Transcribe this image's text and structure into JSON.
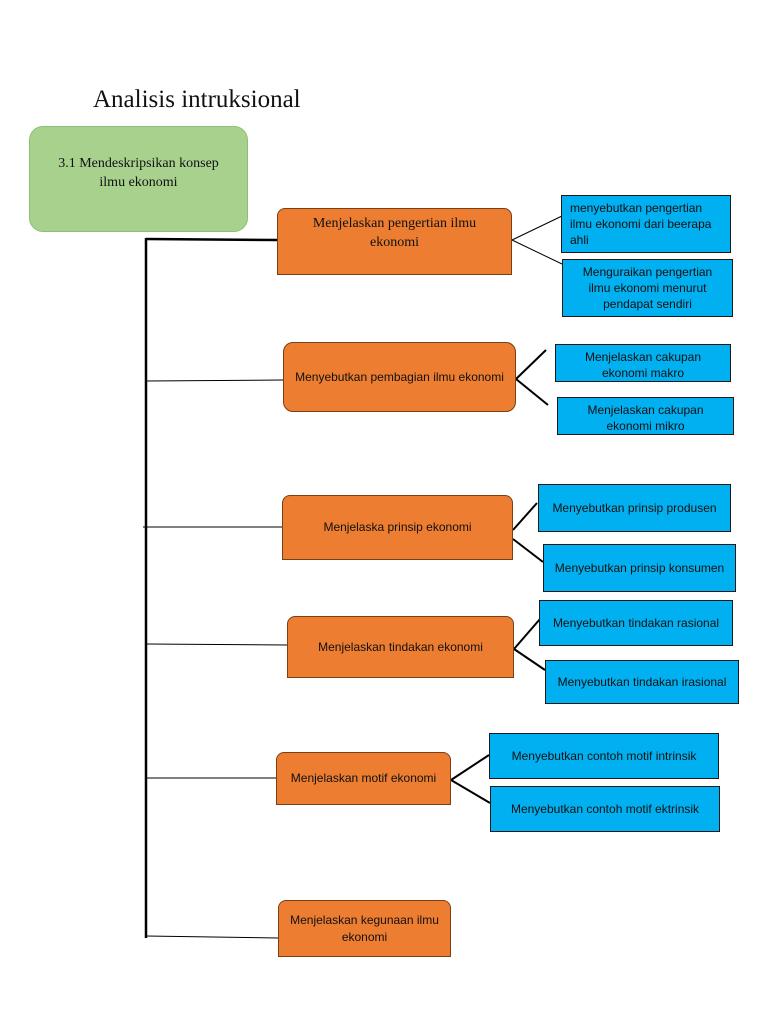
{
  "title": "Analisis intruksional",
  "root": {
    "label": "3.1  Mendeskripsikan konsep ilmu ekonomi"
  },
  "branches": [
    {
      "label": "Menjelaskan pengertian ilmu ekonomi",
      "children": [
        "menyebutkan pengertian ilmu ekonomi dari beerapa ahli",
        "Menguraikan pengertian ilmu ekonomi menurut pendapat sendiri"
      ]
    },
    {
      "label": "Menyebutkan pembagian ilmu ekonomi",
      "children": [
        "Menjelaskan cakupan ekonomi makro",
        "Menjelaskan cakupan ekonomi mikro"
      ]
    },
    {
      "label": "Menjelaska prinsip ekonomi",
      "children": [
        "Menyebutkan prinsip produsen",
        "Menyebutkan prinsip konsumen"
      ]
    },
    {
      "label": "Menjelaskan tindakan ekonomi",
      "children": [
        "Menyebutkan tindakan rasional",
        "Menyebutkan tindakan irasional"
      ]
    },
    {
      "label": "Menjelaskan motif ekonomi",
      "children": [
        "Menyebutkan contoh motif intrinsik",
        "Menyebutkan contoh motif ektrinsik"
      ]
    },
    {
      "label": "Menjelaskan kegunaan ilmu ekonomi",
      "children": []
    }
  ],
  "colors": {
    "root": "#a9d18e",
    "branch": "#ed7d31",
    "leaf": "#00b0f0",
    "line": "#000000"
  }
}
